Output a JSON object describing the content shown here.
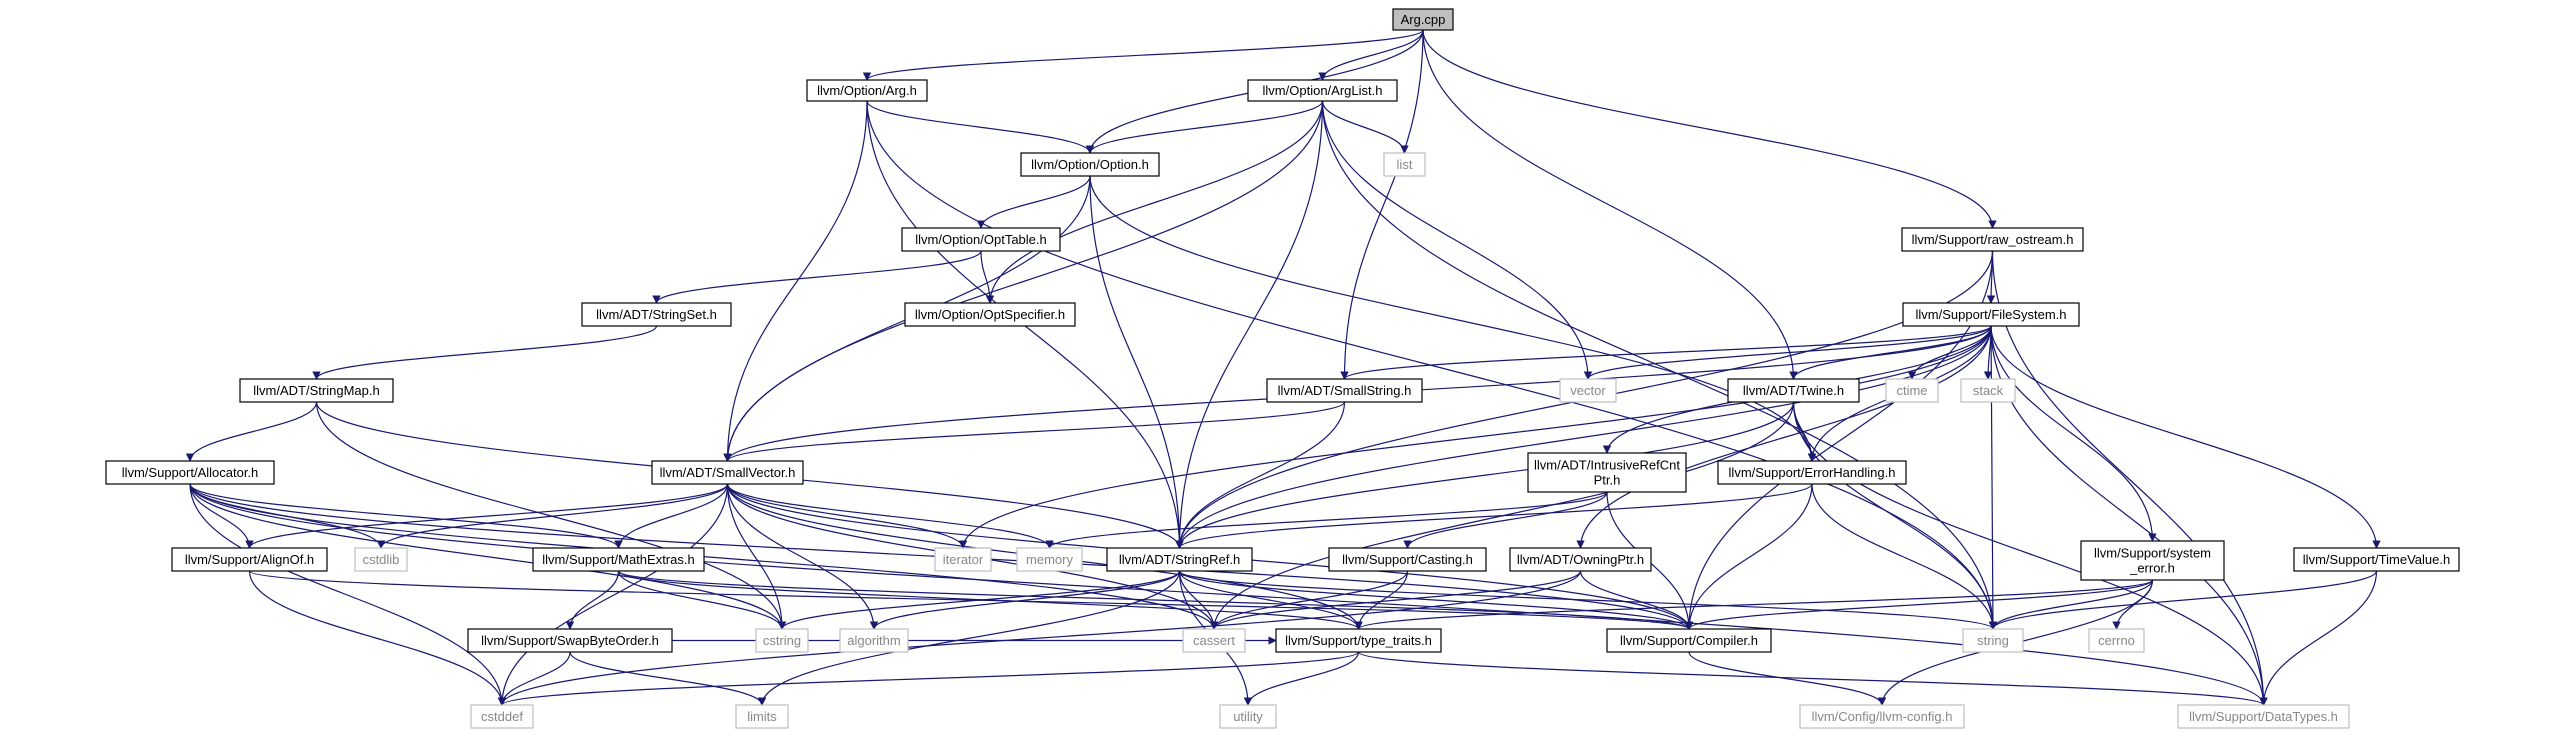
{
  "diagram": {
    "colors": {
      "edge": "#191970",
      "focus_fill": "#bfbfbf",
      "node_border": "#000000",
      "system_border": "#bfbfbf",
      "system_text": "#888888"
    },
    "nodes": [
      {
        "id": "arg_cpp",
        "label": "Arg.cpp",
        "kind": "focus"
      },
      {
        "id": "option_arg",
        "label": "llvm/Option/Arg.h",
        "kind": "local"
      },
      {
        "id": "option_arglist",
        "label": "llvm/Option/ArgList.h",
        "kind": "local"
      },
      {
        "id": "option_option",
        "label": "llvm/Option/Option.h",
        "kind": "local"
      },
      {
        "id": "list",
        "label": "list",
        "kind": "system"
      },
      {
        "id": "option_opttable",
        "label": "llvm/Option/OptTable.h",
        "kind": "local"
      },
      {
        "id": "adt_stringset",
        "label": "llvm/ADT/StringSet.h",
        "kind": "local"
      },
      {
        "id": "option_optspecifier",
        "label": "llvm/Option/OptSpecifier.h",
        "kind": "local"
      },
      {
        "id": "raw_ostream",
        "label": "llvm/Support/raw_ostream.h",
        "kind": "local"
      },
      {
        "id": "filesystem",
        "label": "llvm/Support/FileSystem.h",
        "kind": "local"
      },
      {
        "id": "adt_stringmap",
        "label": "llvm/ADT/StringMap.h",
        "kind": "local"
      },
      {
        "id": "adt_smallstring",
        "label": "llvm/ADT/SmallString.h",
        "kind": "local"
      },
      {
        "id": "vector",
        "label": "vector",
        "kind": "system"
      },
      {
        "id": "adt_twine",
        "label": "llvm/ADT/Twine.h",
        "kind": "local"
      },
      {
        "id": "ctime",
        "label": "ctime",
        "kind": "system"
      },
      {
        "id": "stack",
        "label": "stack",
        "kind": "system"
      },
      {
        "id": "allocator",
        "label": "llvm/Support/Allocator.h",
        "kind": "local"
      },
      {
        "id": "adt_smallvector",
        "label": "llvm/ADT/SmallVector.h",
        "kind": "local"
      },
      {
        "id": "intrusiverefcntptr",
        "label": "llvm/ADT/IntrusiveRefCnt\nPtr.h",
        "kind": "local"
      },
      {
        "id": "errorhandling",
        "label": "llvm/Support/ErrorHandling.h",
        "kind": "local"
      },
      {
        "id": "alignof",
        "label": "llvm/Support/AlignOf.h",
        "kind": "local"
      },
      {
        "id": "cstdlib",
        "label": "cstdlib",
        "kind": "system"
      },
      {
        "id": "mathextras",
        "label": "llvm/Support/MathExtras.h",
        "kind": "local"
      },
      {
        "id": "iterator",
        "label": "iterator",
        "kind": "system"
      },
      {
        "id": "memory",
        "label": "memory",
        "kind": "system"
      },
      {
        "id": "adt_stringref",
        "label": "llvm/ADT/StringRef.h",
        "kind": "local"
      },
      {
        "id": "casting",
        "label": "llvm/Support/Casting.h",
        "kind": "local"
      },
      {
        "id": "owningptr",
        "label": "llvm/ADT/OwningPtr.h",
        "kind": "local"
      },
      {
        "id": "system_error",
        "label": "llvm/Support/system\n_error.h",
        "kind": "local"
      },
      {
        "id": "timevalue",
        "label": "llvm/Support/TimeValue.h",
        "kind": "local"
      },
      {
        "id": "swapbyteorder",
        "label": "llvm/Support/SwapByteOrder.h",
        "kind": "local"
      },
      {
        "id": "cstring",
        "label": "cstring",
        "kind": "system"
      },
      {
        "id": "algorithm",
        "label": "algorithm",
        "kind": "system"
      },
      {
        "id": "cassert",
        "label": "cassert",
        "kind": "system"
      },
      {
        "id": "type_traits",
        "label": "llvm/Support/type_traits.h",
        "kind": "local"
      },
      {
        "id": "compiler",
        "label": "llvm/Support/Compiler.h",
        "kind": "local"
      },
      {
        "id": "string",
        "label": "string",
        "kind": "system"
      },
      {
        "id": "cerrno",
        "label": "cerrno",
        "kind": "system"
      },
      {
        "id": "cstddef",
        "label": "cstddef",
        "kind": "system"
      },
      {
        "id": "limits",
        "label": "limits",
        "kind": "system"
      },
      {
        "id": "utility",
        "label": "utility",
        "kind": "system"
      },
      {
        "id": "llvm_config",
        "label": "llvm/Config/llvm-config.h",
        "kind": "system"
      },
      {
        "id": "datatypes",
        "label": "llvm/Support/DataTypes.h",
        "kind": "system"
      }
    ],
    "edges": [
      [
        "arg_cpp",
        "option_arg"
      ],
      [
        "arg_cpp",
        "option_arglist"
      ],
      [
        "arg_cpp",
        "option_option"
      ],
      [
        "arg_cpp",
        "adt_smallstring"
      ],
      [
        "arg_cpp",
        "adt_twine"
      ],
      [
        "arg_cpp",
        "raw_ostream"
      ],
      [
        "option_arg",
        "option_option"
      ],
      [
        "option_arg",
        "adt_smallvector"
      ],
      [
        "option_arg",
        "adt_stringref"
      ],
      [
        "option_arg",
        "string"
      ],
      [
        "option_arglist",
        "option_option"
      ],
      [
        "option_arglist",
        "list"
      ],
      [
        "option_arglist",
        "option_optspecifier"
      ],
      [
        "option_arglist",
        "adt_smallvector"
      ],
      [
        "option_arglist",
        "adt_stringref"
      ],
      [
        "option_arglist",
        "vector"
      ],
      [
        "option_arglist",
        "string"
      ],
      [
        "option_option",
        "option_opttable"
      ],
      [
        "option_option",
        "adt_smallvector"
      ],
      [
        "option_option",
        "adt_stringref"
      ],
      [
        "option_option",
        "errorhandling"
      ],
      [
        "option_opttable",
        "option_optspecifier"
      ],
      [
        "option_opttable",
        "adt_stringset"
      ],
      [
        "adt_stringset",
        "adt_stringmap"
      ],
      [
        "adt_stringmap",
        "allocator"
      ],
      [
        "adt_stringmap",
        "adt_stringref"
      ],
      [
        "adt_stringmap",
        "cstring"
      ],
      [
        "raw_ostream",
        "filesystem"
      ],
      [
        "raw_ostream",
        "adt_stringref"
      ],
      [
        "raw_ostream",
        "compiler"
      ],
      [
        "raw_ostream",
        "datatypes"
      ],
      [
        "filesystem",
        "adt_smallstring"
      ],
      [
        "filesystem",
        "vector"
      ],
      [
        "filesystem",
        "adt_twine"
      ],
      [
        "filesystem",
        "ctime"
      ],
      [
        "filesystem",
        "stack"
      ],
      [
        "filesystem",
        "adt_smallvector"
      ],
      [
        "filesystem",
        "intrusiverefcntptr"
      ],
      [
        "filesystem",
        "errorhandling"
      ],
      [
        "filesystem",
        "owningptr"
      ],
      [
        "filesystem",
        "system_error"
      ],
      [
        "filesystem",
        "timevalue"
      ],
      [
        "filesystem",
        "adt_stringref"
      ],
      [
        "filesystem",
        "iterator"
      ],
      [
        "filesystem",
        "string"
      ],
      [
        "filesystem",
        "datatypes"
      ],
      [
        "adt_smallstring",
        "adt_smallvector"
      ],
      [
        "adt_smallstring",
        "adt_stringref"
      ],
      [
        "adt_twine",
        "adt_stringref"
      ],
      [
        "adt_twine",
        "errorhandling"
      ],
      [
        "adt_twine",
        "cassert"
      ],
      [
        "adt_twine",
        "string"
      ],
      [
        "adt_twine",
        "datatypes"
      ],
      [
        "allocator",
        "alignof"
      ],
      [
        "allocator",
        "cstdlib"
      ],
      [
        "allocator",
        "mathextras"
      ],
      [
        "allocator",
        "cstddef"
      ],
      [
        "allocator",
        "cassert"
      ],
      [
        "allocator",
        "compiler"
      ],
      [
        "allocator",
        "cstring"
      ],
      [
        "allocator",
        "datatypes"
      ],
      [
        "adt_smallvector",
        "alignof"
      ],
      [
        "adt_smallvector",
        "cstdlib"
      ],
      [
        "adt_smallvector",
        "mathextras"
      ],
      [
        "adt_smallvector",
        "iterator"
      ],
      [
        "adt_smallvector",
        "memory"
      ],
      [
        "adt_smallvector",
        "algorithm"
      ],
      [
        "adt_smallvector",
        "cassert"
      ],
      [
        "adt_smallvector",
        "compiler"
      ],
      [
        "adt_smallvector",
        "type_traits"
      ],
      [
        "adt_smallvector",
        "cstddef"
      ],
      [
        "adt_smallvector",
        "cstring"
      ],
      [
        "intrusiverefcntptr",
        "casting"
      ],
      [
        "intrusiverefcntptr",
        "compiler"
      ],
      [
        "intrusiverefcntptr",
        "memory"
      ],
      [
        "errorhandling",
        "adt_stringref"
      ],
      [
        "errorhandling",
        "compiler"
      ],
      [
        "errorhandling",
        "string"
      ],
      [
        "alignof",
        "compiler"
      ],
      [
        "alignof",
        "cstddef"
      ],
      [
        "mathextras",
        "compiler"
      ],
      [
        "mathextras",
        "swapbyteorder"
      ],
      [
        "mathextras",
        "type_traits"
      ],
      [
        "mathextras",
        "cstring"
      ],
      [
        "adt_stringref",
        "type_traits"
      ],
      [
        "adt_stringref",
        "algorithm"
      ],
      [
        "adt_stringref",
        "cassert"
      ],
      [
        "adt_stringref",
        "cstring"
      ],
      [
        "adt_stringref",
        "limits"
      ],
      [
        "adt_stringref",
        "string"
      ],
      [
        "adt_stringref",
        "utility"
      ],
      [
        "adt_stringref",
        "compiler"
      ],
      [
        "casting",
        "type_traits"
      ],
      [
        "casting",
        "cassert"
      ],
      [
        "owningptr",
        "compiler"
      ],
      [
        "owningptr",
        "cassert"
      ],
      [
        "owningptr",
        "cstddef"
      ],
      [
        "system_error",
        "compiler"
      ],
      [
        "system_error",
        "cerrno"
      ],
      [
        "system_error",
        "string"
      ],
      [
        "system_error",
        "type_traits"
      ],
      [
        "system_error",
        "llvm_config"
      ],
      [
        "timevalue",
        "datatypes"
      ],
      [
        "timevalue",
        "string"
      ],
      [
        "swapbyteorder",
        "type_traits"
      ],
      [
        "swapbyteorder",
        "cstddef"
      ],
      [
        "swapbyteorder",
        "limits"
      ],
      [
        "type_traits",
        "datatypes"
      ],
      [
        "type_traits",
        "cstddef"
      ],
      [
        "type_traits",
        "utility"
      ],
      [
        "compiler",
        "llvm_config"
      ]
    ]
  }
}
